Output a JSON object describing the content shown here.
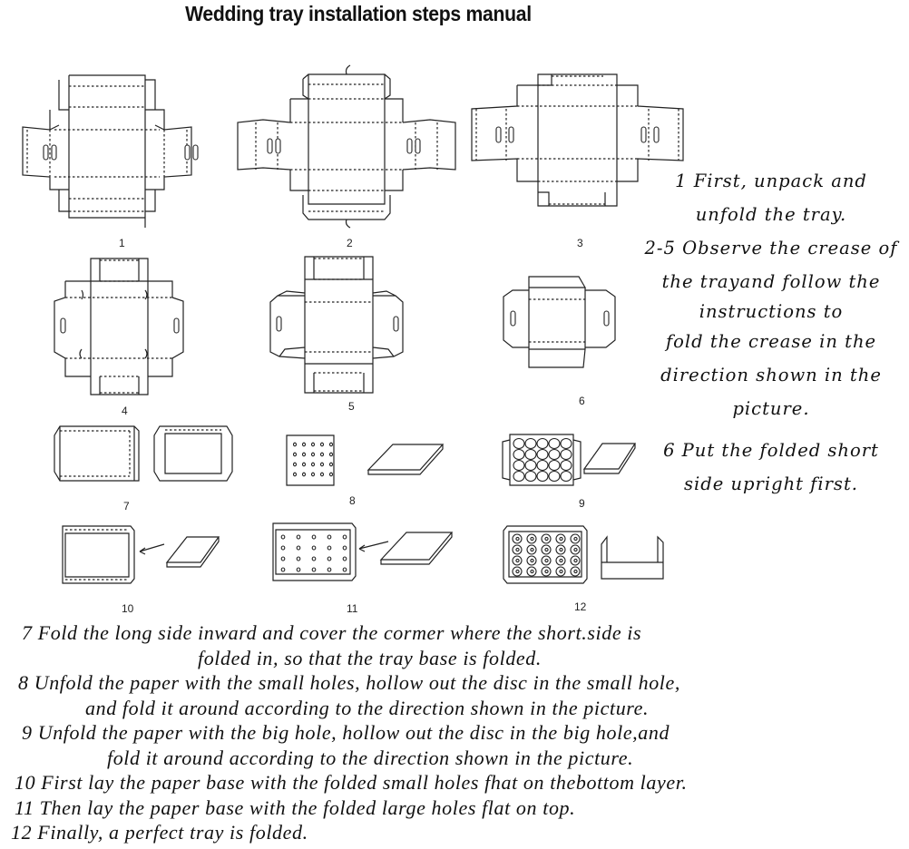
{
  "title": "Wedding tray installation steps manual",
  "figures": {
    "labels": [
      "1",
      "2",
      "3",
      "4",
      "5",
      "6",
      "7",
      "8",
      "9",
      "10",
      "11",
      "12"
    ]
  },
  "side_instructions": [
    "1 First, unpack and",
    "unfold the tray.",
    "2-5 Observe the crease of",
    "the trayand follow the",
    "instructions to",
    "fold the crease in the",
    "direction shown in the",
    "picture.",
    "6 Put the folded short",
    "side upright first."
  ],
  "bottom_instructions": [
    "7 Fold the long side inward and cover the cormer where the short.side is",
    "folded in, so that the tray base is folded.",
    "8 Unfold the paper with the small holes, hollow out the disc in the small hole,",
    "and fold it around according to the direction shown in the picture.",
    "9 Unfold the paper with the big hole, hollow out the disc in the big hole,and",
    "fold it around according to the direction shown in the picture.",
    "10 First lay the paper base with the folded small holes fhat on thebottom layer.",
    "11 Then lay the paper base with the folded large holes flat on top.",
    "12 Finally, a perfect tray is folded."
  ]
}
